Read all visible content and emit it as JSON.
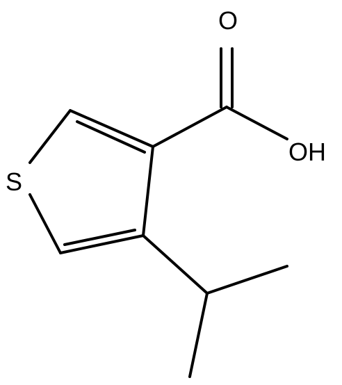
{
  "molecule": {
    "atoms": {
      "S": "S",
      "O": "O",
      "OH": "OH"
    },
    "colors": {
      "bond": "#000000",
      "label": "#000000",
      "background": "#ffffff"
    }
  }
}
